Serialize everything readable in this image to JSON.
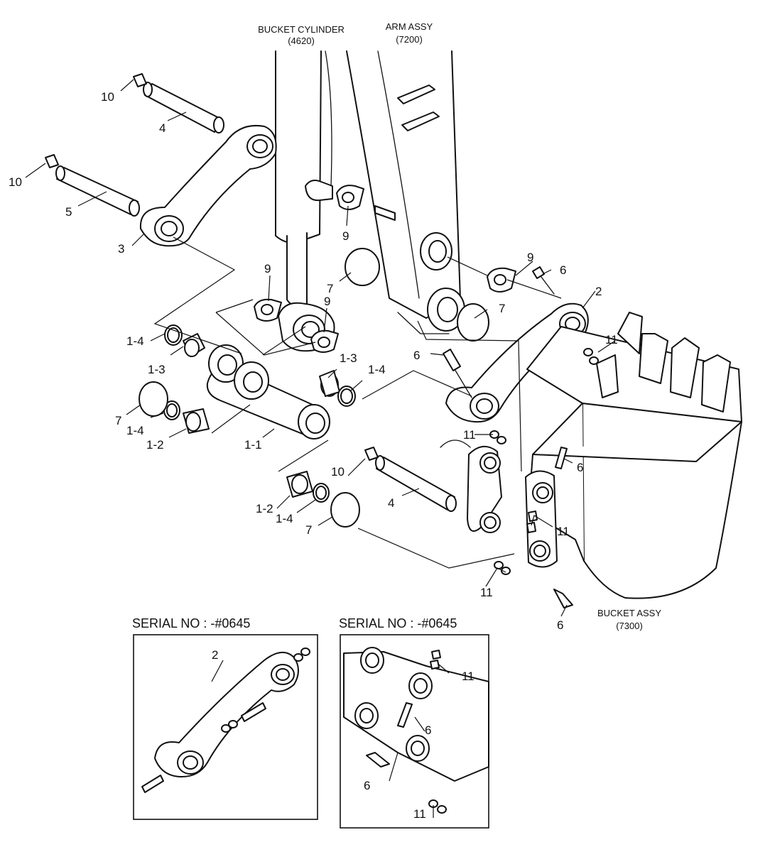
{
  "assemblies": {
    "bucket_cylinder": {
      "name": "BUCKET CYLINDER",
      "code": "(4620)"
    },
    "arm_assy": {
      "name": "ARM ASSY",
      "code": "(7200)"
    },
    "bucket_assy": {
      "name": "BUCKET ASSY",
      "code": "(7300)"
    }
  },
  "inset_left": {
    "title": "SERIAL NO : -#0645",
    "callouts": [
      "2"
    ]
  },
  "inset_right": {
    "title": "SERIAL NO : -#0645",
    "callouts": [
      "11",
      "6",
      "6",
      "11"
    ]
  },
  "callouts": [
    "10",
    "4",
    "10",
    "5",
    "3",
    "9",
    "9",
    "9",
    "9",
    "7",
    "7",
    "7",
    "7",
    "6",
    "2",
    "11",
    "6",
    "11",
    "6",
    "11",
    "11",
    "6",
    "1-4",
    "1-3",
    "1-3",
    "1-4",
    "1-4",
    "1-2",
    "1-1",
    "10",
    "4",
    "1-2",
    "1-4"
  ]
}
